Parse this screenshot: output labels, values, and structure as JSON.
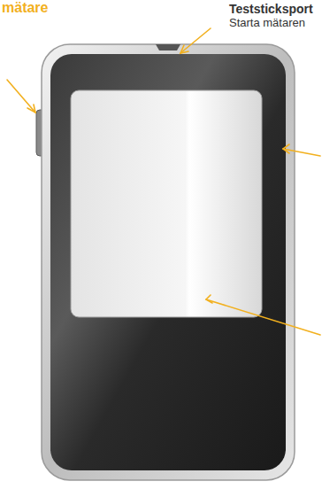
{
  "diagram": {
    "labels": [
      "mätare",
      "Teststicksport",
      "Starta mätaren"
    ]
  }
}
